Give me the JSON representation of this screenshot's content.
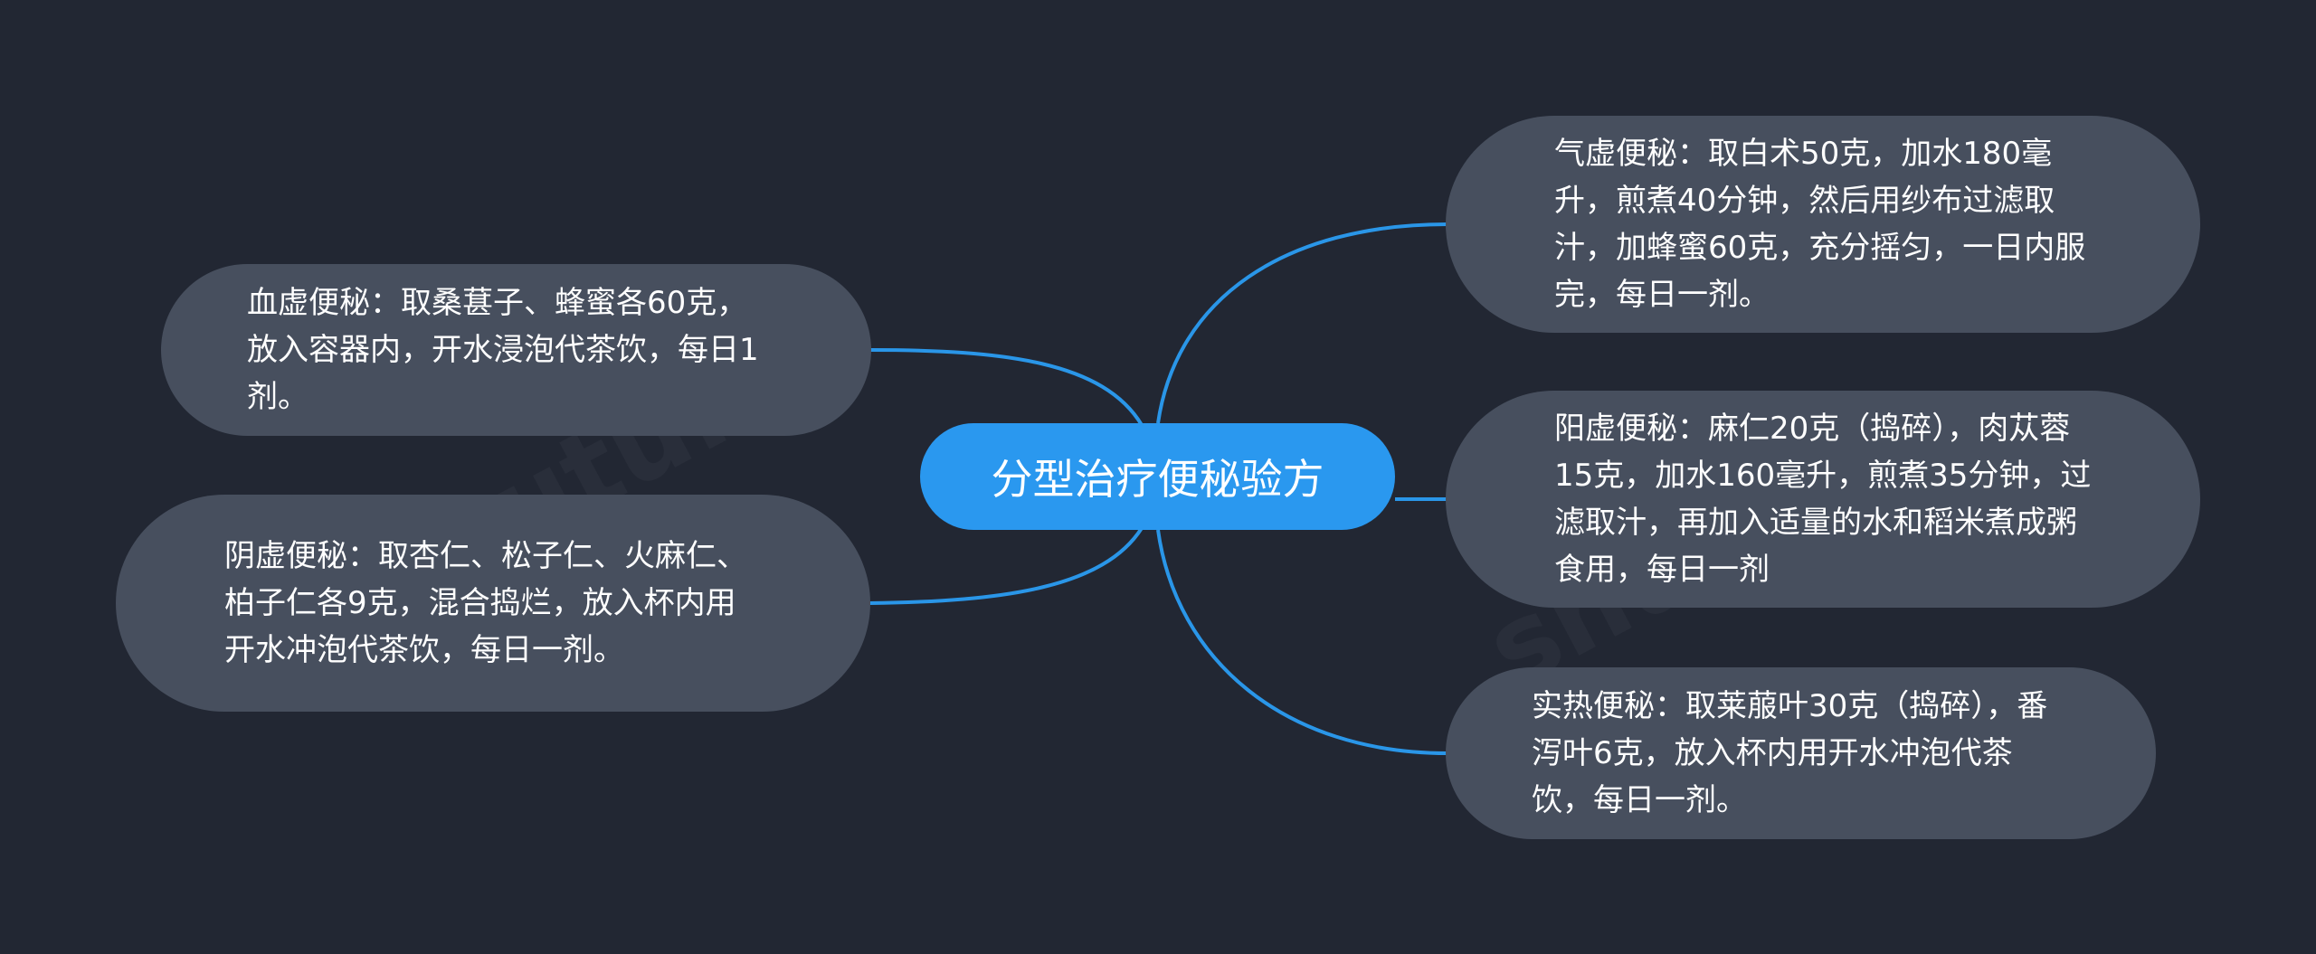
{
  "root": {
    "label": "分型治疗便秘验方"
  },
  "branches": {
    "qixu": "气虚便秘：取白术50克，加水180毫升，煎煮40分钟，然后用纱布过滤取汁，加蜂蜜60克，充分摇匀，一日内服完，每日一剂。",
    "yangxu": "阳虚便秘：麻仁20克（捣碎），肉苁蓉15克，加水160毫升，煎煮35分钟，过滤取汁，再加入适量的水和稻米煮成粥食用，每日一剂",
    "shire": "实热便秘：取莱菔叶30克（捣碎），番泻叶6克，放入杯内用开水冲泡代茶饮，每日一剂。",
    "xuexu": "血虚便秘：取桑葚子、蜂蜜各60克，放入容器内，开水浸泡代茶饮，每日1剂。",
    "yinxu": "阴虚便秘：取杏仁、松子仁、火麻仁、柏子仁各9克，混合捣烂，放入杯内用开水冲泡代茶饮，每日一剂。"
  },
  "watermark": {
    "left": "shutu.cn",
    "right": "shutu.cn"
  },
  "colors": {
    "background": "#222733",
    "root_fill": "#2a98ef",
    "node_fill": "#474f5e",
    "link": "#2a96e8",
    "text": "#ffffff"
  }
}
